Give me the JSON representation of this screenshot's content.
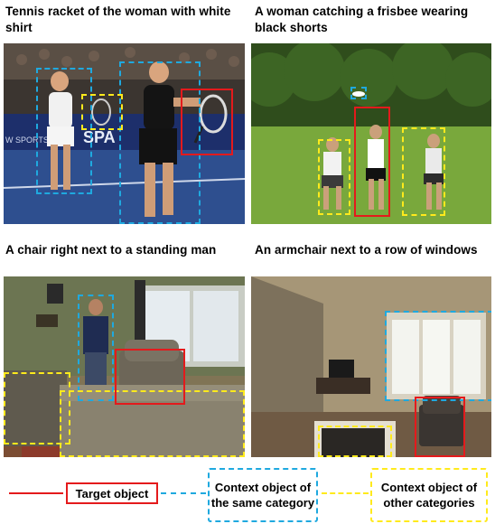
{
  "panels": [
    {
      "id": "tennis",
      "caption": "Tennis racket of the woman with white shirt"
    },
    {
      "id": "frisbee",
      "caption": "A woman catching a frisbee wearing black shorts"
    },
    {
      "id": "chair",
      "caption": "A chair right next to a standing man"
    },
    {
      "id": "armchair",
      "caption": "An armchair next to a row of windows"
    }
  ],
  "photo_text": {
    "sports_banner": "SPA",
    "sports_banner_small": "W SPORTS"
  },
  "legend": {
    "target": "Target object",
    "same": "Context object of the same category",
    "other": "Context object of other categories"
  },
  "colors": {
    "target": "#e41a1c",
    "same": "#1fa9df",
    "other": "#ffea1c"
  }
}
